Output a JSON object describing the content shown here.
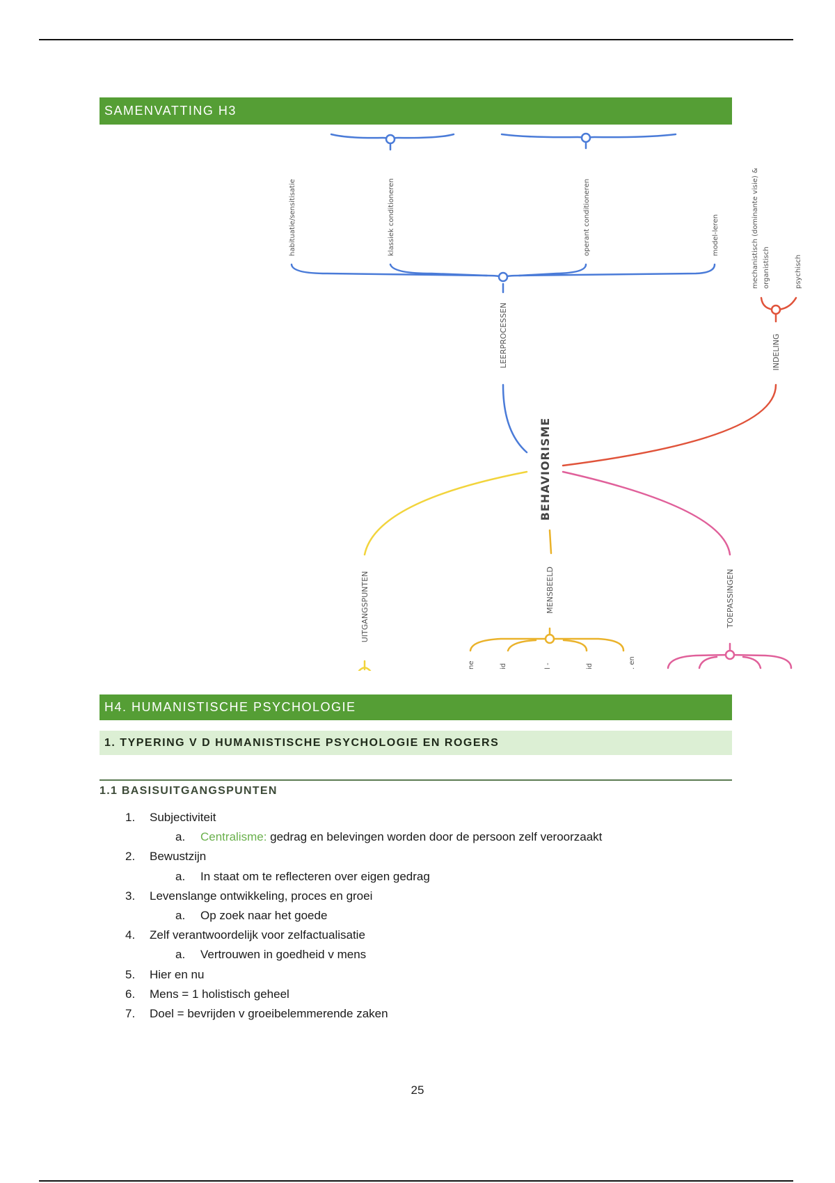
{
  "header_h3": "SAMENVATTING H3",
  "mindmap": {
    "center": "BEHAVIORISME",
    "branches": {
      "leerprocessen": {
        "label": "LEERPROCESSEN",
        "children": [
          "habituatie/sensitisatie",
          "klassiek conditioneren",
          "operant conditioneren",
          "model-leren"
        ]
      },
      "indeling": {
        "label": "INDELING",
        "children": [
          "mechanistisch (dominante visie) &",
          "organistisch",
          "psychisch"
        ]
      },
      "uitgangspunten": {
        "label": "UITGANGSPUNTEN"
      },
      "mensbeeld": {
        "label": "MENSBEELD",
        "fragments": [
          "ne",
          "id",
          "l -",
          "id",
          ". en"
        ]
      },
      "toepassingen": {
        "label": "TOEPASSINGEN"
      }
    },
    "colors": {
      "blue": "#4a7bd8",
      "red": "#e0533a",
      "yellow": "#f2d43c",
      "orange": "#eab22a",
      "pink": "#e0609a"
    }
  },
  "h4_title": "H4. HUMANISTISCHE PSYCHOLOGIE",
  "section1_title": "1. TYPERING V D HUMANISTISCHE PSYCHOLOGIE EN ROGERS",
  "subsection_title": "1.1 BASISUITGANGSPUNTEN",
  "list": [
    {
      "num": "1.",
      "text": "Subjectiviteit"
    },
    {
      "num": "a.",
      "sub": true,
      "highlight": "Centralisme:",
      "text": " gedrag en belevingen worden door de persoon zelf veroorzaakt"
    },
    {
      "num": "2.",
      "text": "Bewustzijn"
    },
    {
      "num": "a.",
      "sub": true,
      "text": "In staat om te reflecteren over eigen gedrag"
    },
    {
      "num": "3.",
      "text": "Levenslange ontwikkeling, proces en groei"
    },
    {
      "num": "a.",
      "sub": true,
      "text": "Op zoek naar het goede"
    },
    {
      "num": "4.",
      "text": "Zelf verantwoordelijk voor zelfactualisatie"
    },
    {
      "num": "a.",
      "sub": true,
      "text": "Vertrouwen in goedheid v mens"
    },
    {
      "num": "5.",
      "text": "Hier en nu"
    },
    {
      "num": "6.",
      "text": "Mens = 1 holistisch geheel"
    },
    {
      "num": "7.",
      "text": "Doel = bevrijden v groeibelemmerende zaken"
    }
  ],
  "page_number": "25"
}
